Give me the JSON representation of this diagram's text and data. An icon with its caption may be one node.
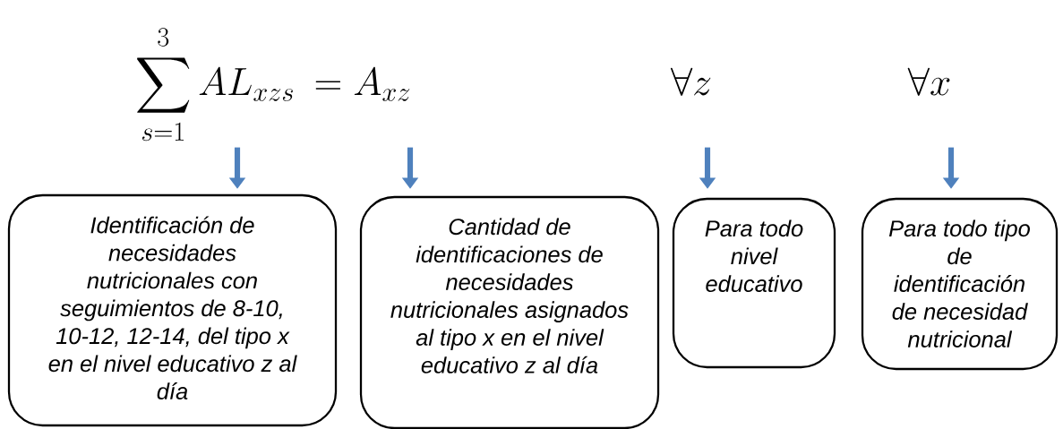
{
  "diagram": {
    "nodes": [
      {
        "text": [
          "\\sum_{s=1}^{3} AL_{xzs}"
        ]
      },
      {
        "text": [
          "= A_{xz}"
        ]
      },
      {
        "text": [
          "\\forall z"
        ]
      },
      {
        "text": [
          "\\forall x"
        ]
      },
      {
        "text": [
          "Identificación de necesidades nutricionales con seguimientos de 8-10, 10-12, 12-14, del tipo x en el nivel educativo z al día"
        ]
      },
      {
        "text": [
          "Cantidad de identificaciones de necesidades nutricionales asignados al tipo x en el nivel educativo z al día"
        ]
      },
      {
        "text": [
          "Para todo nivel educativo"
        ]
      },
      {
        "text": [
          "Para todo tipo de identificación de necesidad nutricional"
        ]
      }
    ],
    "edges": [
      {
        "from": 0,
        "to": 4,
        "arrow": "to"
      },
      {
        "from": 1,
        "to": 5,
        "arrow": "to"
      },
      {
        "from": 2,
        "to": 6,
        "arrow": "to"
      },
      {
        "from": 3,
        "to": 7,
        "arrow": "to"
      }
    ]
  }
}
